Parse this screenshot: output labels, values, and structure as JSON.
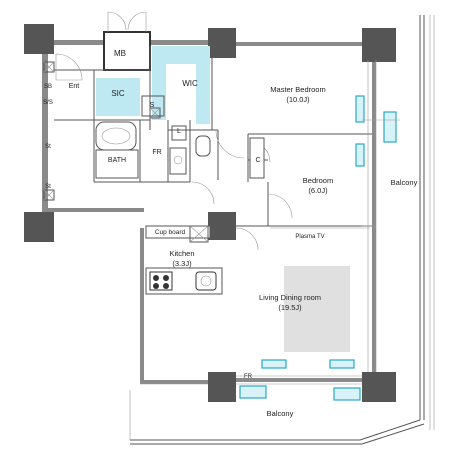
{
  "rooms": {
    "mb": "MB",
    "wic": "WIC",
    "sic": "SIC",
    "s": "S",
    "l": "L",
    "ent": "Ent",
    "sb1": "SB",
    "sb2": "S/S",
    "st1": "St",
    "st2": "St",
    "bath": "BATH",
    "fr": "FR",
    "master_name": "Master Bedroom",
    "master_size": "(10.0J)",
    "bed_name": "Bedroom",
    "bed_size": "(6.0J)",
    "c": "C",
    "plasma": "Plasma TV",
    "balcony_right": "Balcony",
    "cupboard": "Cup board",
    "kitchen_name": "Kitchen",
    "kitchen_size": "(3.3J)",
    "ldr_name": "Living Dining room",
    "ldr_size": "(19.5J)",
    "fr_small": "FR",
    "balcony_bottom": "Balcony"
  },
  "colors": {
    "wall": "#8a8a8a",
    "column": "#555555",
    "cyan": "#bfe9f2",
    "floor_gray": "#e0e0e0"
  }
}
